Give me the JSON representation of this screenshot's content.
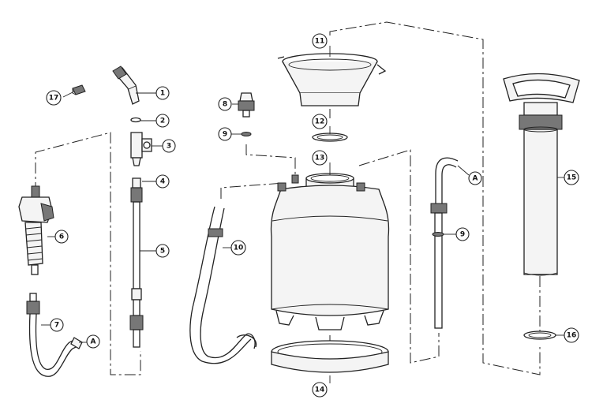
{
  "callouts": [
    {
      "id": "c1",
      "label": "1"
    },
    {
      "id": "c2",
      "label": "2"
    },
    {
      "id": "c3",
      "label": "3"
    },
    {
      "id": "c4",
      "label": "4"
    },
    {
      "id": "c5",
      "label": "5"
    },
    {
      "id": "c6",
      "label": "6"
    },
    {
      "id": "c7",
      "label": "7"
    },
    {
      "id": "c7a",
      "label": "A"
    },
    {
      "id": "c8",
      "label": "8"
    },
    {
      "id": "c9a",
      "label": "9"
    },
    {
      "id": "c9b",
      "label": "9"
    },
    {
      "id": "c10",
      "label": "10"
    },
    {
      "id": "c11",
      "label": "11"
    },
    {
      "id": "c12",
      "label": "12"
    },
    {
      "id": "c13",
      "label": "13"
    },
    {
      "id": "c14",
      "label": "14"
    },
    {
      "id": "c15",
      "label": "15"
    },
    {
      "id": "c16",
      "label": "16"
    },
    {
      "id": "c17",
      "label": "17"
    },
    {
      "id": "cA2",
      "label": "A"
    }
  ]
}
